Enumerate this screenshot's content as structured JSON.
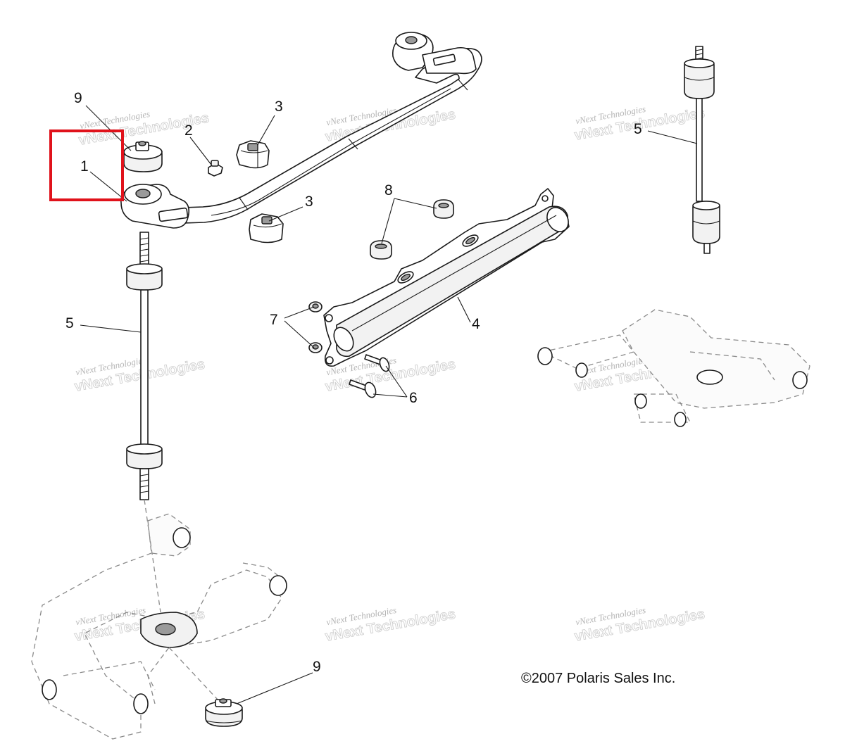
{
  "diagram": {
    "callouts": {
      "c9_top": "9",
      "c1": "1",
      "c2": "2",
      "c3_top": "3",
      "c3_bottom": "3",
      "c5_left": "5",
      "c5_right": "5",
      "c8": "8",
      "c7": "7",
      "c4": "4",
      "c6": "6",
      "c9_bottom": "9"
    },
    "copyright": "©2007 Polaris Sales Inc.",
    "highlight_color": "#e0121b",
    "watermark": {
      "line1": "vNext Technologies",
      "line2": "vNext Technologies"
    }
  }
}
